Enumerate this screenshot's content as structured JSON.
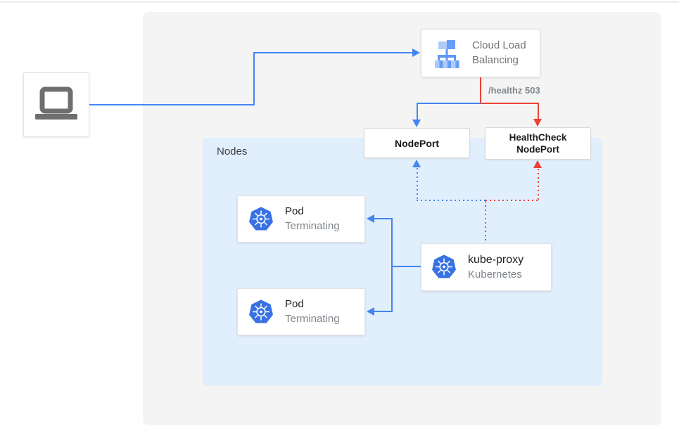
{
  "diagram": {
    "nodes_group_label": "Nodes",
    "cloud_load_balancing": {
      "label": "Cloud Load Balancing"
    },
    "healthz_status": "/healthz 503",
    "node_port": {
      "label": "NodePort"
    },
    "health_check_node_port": {
      "line1": "HealthCheck",
      "line2": "NodePort"
    },
    "pods": [
      {
        "title": "Pod",
        "status": "Terminating"
      },
      {
        "title": "Pod",
        "status": "Terminating"
      }
    ],
    "kube_proxy": {
      "title": "kube-proxy",
      "subtitle": "Kubernetes"
    },
    "icons": [
      "laptop-icon",
      "cloud-load-balancer-icon",
      "kubernetes-icon"
    ],
    "colors": {
      "primary_blue": "#4285f4",
      "error_red": "#ea4335",
      "kubernetes_blue": "#3871e3",
      "nodes_panel_bg": "#e1eefc",
      "canvas_panel_bg": "#f4f4f4",
      "muted_text": "#80868b"
    }
  }
}
